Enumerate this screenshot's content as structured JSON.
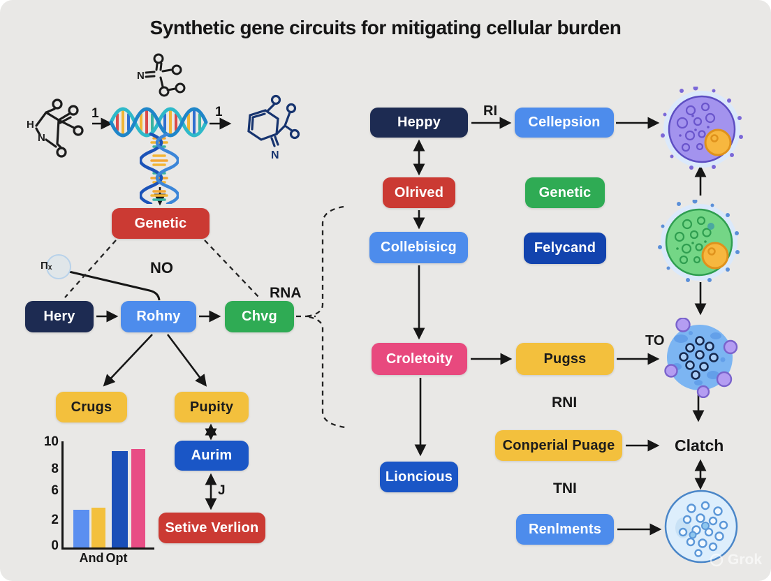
{
  "title": "Synthetic gene circuits for mitigating cellular burden",
  "watermark": "Grok",
  "colors": {
    "background": "#e9e8e6",
    "navy": "#1d2b52",
    "royal_blue": "#1a56c6",
    "medium_blue": "#4d8cec",
    "green": "#2fab54",
    "red": "#cb3a33",
    "pink": "#e8497e",
    "yellow": "#f3c03d",
    "arrow": "#161616"
  },
  "nodes": {
    "genetic_left": "Genetic",
    "hery": "Hery",
    "rohny": "Rohny",
    "chvg": "Chvg",
    "crugs": "Crugs",
    "pupity": "Pupity",
    "aurim": "Aurim",
    "setive_verlion": "Setive Verlion",
    "heppy": "Heppy",
    "cellepsion": "Cellepsion",
    "olrived": "Olrived",
    "collebisicg": "Collebisicg",
    "genetic_right": "Genetic",
    "felycand": "Felycand",
    "croletoity": "Croletoity",
    "pugss": "Pugss",
    "conperial_puage": "Conperial Puage",
    "lioncious": "Lioncious",
    "renlments": "Renlments"
  },
  "labels": {
    "step1_left": "1",
    "step1_right": "1",
    "no": "NO",
    "rna": "RNA",
    "promoter": "Πₓ",
    "ri": "RI",
    "to": "TO",
    "rni": "RNI",
    "tni": "TNI",
    "clatch": "Clatch",
    "j": "J"
  },
  "chart_data": {
    "type": "bar",
    "title": "",
    "categories": [
      "And",
      "Opt"
    ],
    "values": [
      3.6,
      3.8,
      9.2,
      9.4
    ],
    "bar_colors": [
      "#5b8ff0",
      "#f3c03d",
      "#1a4fb8",
      "#e84d85"
    ],
    "groups": [
      {
        "label": "And",
        "values": [
          3.6,
          3.8
        ]
      },
      {
        "label": "Opt",
        "values": [
          9.2,
          9.4
        ]
      }
    ],
    "ytick_labels": [
      "10",
      "8",
      "6",
      "2",
      "0"
    ],
    "ylim": [
      0,
      10
    ],
    "grid": false,
    "legend": false
  }
}
